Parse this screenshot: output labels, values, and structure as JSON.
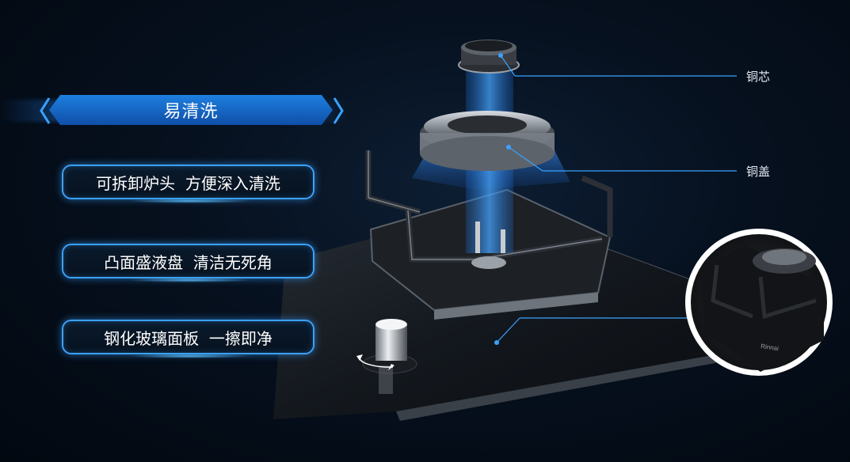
{
  "heading": {
    "label": "易清洗"
  },
  "features": [
    {
      "label": "可拆卸炉头  方便深入清洗"
    },
    {
      "label": "凸面盛液盘  清洁无死角"
    },
    {
      "label": "钢化玻璃面板  一擦即净"
    }
  ],
  "callouts": {
    "copper_core": "铜芯",
    "copper_cap": "铜盖"
  },
  "inset": {
    "brand_text": "Rinnai"
  },
  "colors": {
    "accent": "#3aa2ff",
    "heading_bg": "#1e7fe0",
    "background": "#06101e"
  },
  "icons": [
    "rotate-arrows-icon"
  ]
}
